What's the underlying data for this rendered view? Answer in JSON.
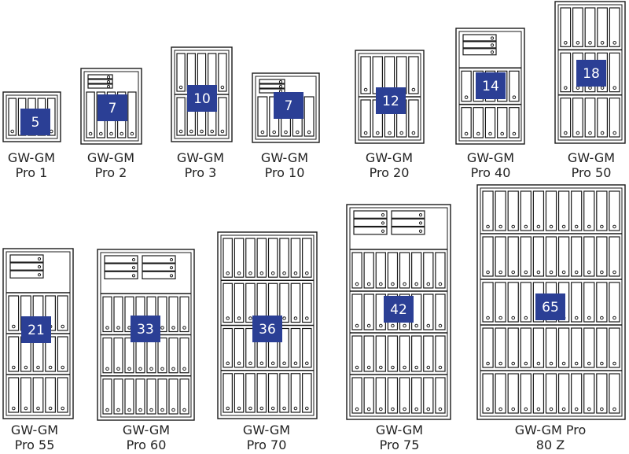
{
  "safes": [
    {
      "name_line1": "GW-GM",
      "name_line2": "Pro 1",
      "capacity": "5",
      "shelves": 1,
      "drawers": 0
    },
    {
      "name_line1": "GW-GM",
      "name_line2": "Pro 2",
      "capacity": "7",
      "shelves": 1,
      "drawers": 1
    },
    {
      "name_line1": "GW-GM",
      "name_line2": "Pro 3",
      "capacity": "10",
      "shelves": 2,
      "drawers": 0
    },
    {
      "name_line1": "GW-GM",
      "name_line2": "Pro 10",
      "capacity": "7",
      "shelves": 1,
      "drawers": 1
    },
    {
      "name_line1": "GW-GM",
      "name_line2": "Pro 20",
      "capacity": "12",
      "shelves": 2,
      "drawers": 0
    },
    {
      "name_line1": "GW-GM",
      "name_line2": "Pro 40",
      "capacity": "14",
      "shelves": 2,
      "drawers": 1
    },
    {
      "name_line1": "GW-GM",
      "name_line2": "Pro 50",
      "capacity": "18",
      "shelves": 3,
      "drawers": 0
    },
    {
      "name_line1": "GW-GM",
      "name_line2": "Pro 55",
      "capacity": "21",
      "shelves": 3,
      "drawers": 1
    },
    {
      "name_line1": "GW-GM",
      "name_line2": "Pro 60",
      "capacity": "33",
      "shelves": 3,
      "drawers": 2
    },
    {
      "name_line1": "GW-GM",
      "name_line2": "Pro 70",
      "capacity": "36",
      "shelves": 4,
      "drawers": 0
    },
    {
      "name_line1": "GW-GM",
      "name_line2": "Pro 75",
      "capacity": "42",
      "shelves": 4,
      "drawers": 2
    },
    {
      "name_line1": "GW-GM Pro",
      "name_line2": "80 Z",
      "capacity": "65",
      "shelves": 5,
      "drawers": 0
    }
  ],
  "colors": {
    "badge": "#2b3f95",
    "badge_text": "#ffffff",
    "line": "#1a1a1a"
  }
}
